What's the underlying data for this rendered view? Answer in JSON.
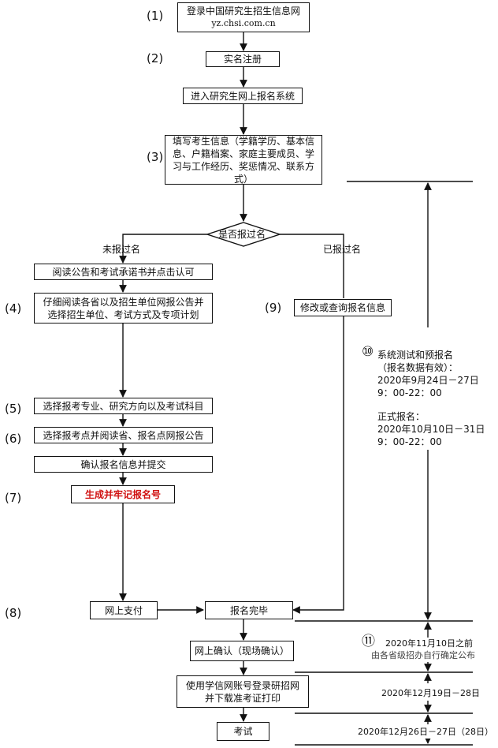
{
  "steps": {
    "login_title": "登录中国研究生招生信息网",
    "login_url": "yz.chsi.com.cn",
    "register": "实名注册",
    "enter_system": "进入研究生网上报名系统",
    "fill_info": "填写考生信息（学籍学历、基本信息、户籍档案、家庭主要成员、学习与工作经历、奖惩情况、联系方式）",
    "decision": "是否报过名",
    "branch_no": "未报过名",
    "branch_yes": "已报过名",
    "read_notice": "阅读公告和考试承诺书并点击认可",
    "read_provinces": "仔细阅读各省以及招生单位网报公告并选择招生单位、考试方式及专项计划",
    "modify_info": "修改或查询报名信息",
    "select_major": "选择报考专业、研究方向以及考试科目",
    "select_site": "选择报考点并阅读省、报名点网报公告",
    "confirm_submit": "确认报名信息并提交",
    "generate_number": "生成并牢记报名号",
    "pay_online": "网上支付",
    "done": "报名完毕",
    "online_confirm": "网上确认（现场确认）",
    "download_ticket": "使用学信网账号登录研招网并下载准考证打印",
    "exam": "考试"
  },
  "numbers": {
    "n1": "(1)",
    "n2": "(2)",
    "n3": "(3)",
    "n4": "(4)",
    "n5": "(5)",
    "n6": "(6)",
    "n7": "(7)",
    "n8": "(8)",
    "n9": "(9)",
    "n10": "⑩",
    "n11": "⑪"
  },
  "timeline": {
    "test_title": "系统测试和预报名",
    "test_note": "（报名数据有效）：",
    "test_date": "2020年9月24日－27日",
    "test_time": "9：00-22：00",
    "formal_title": "正式报名：",
    "formal_date": "2020年10月10日－31日",
    "formal_time": "9：00-22：00",
    "confirm_date": "2020年11月10日之前",
    "confirm_note": "由各省级招办自行确定公布",
    "ticket_date": "2020年12月19日－28日",
    "exam_date": "2020年12月26日－27日（28日）"
  },
  "colors": {
    "line": "#111111",
    "highlight": "#d01010"
  }
}
